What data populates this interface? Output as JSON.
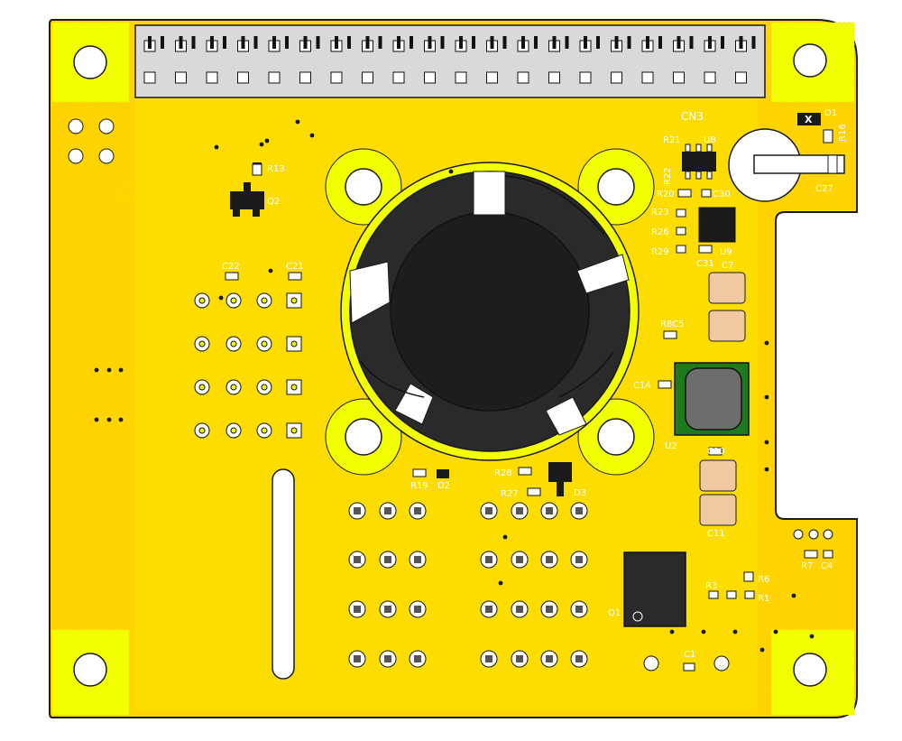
{
  "board": {
    "colors": {
      "board": "#ffd400",
      "board_edge": "#1a1a1a",
      "copper_plane": "#fce300",
      "keepout": "#f2ff00",
      "silkscreen": "#ffffff",
      "pad": "#ffffff",
      "fan": "#2a2a2a",
      "header_body": "#d9d9d9",
      "inductor_green": "#1f7a1f",
      "cap_tan": "#f1c9a0"
    },
    "header_label": "CN3",
    "fan": {
      "icon": "fan-icon"
    }
  },
  "labels": {
    "R13": "R13",
    "Q2": "Q2",
    "C22": "C22",
    "C21": "C21",
    "R19": "R19",
    "D2": "D2",
    "R28": "R28",
    "R27": "R27",
    "D3": "D3",
    "R21": "R21",
    "U8": "U8",
    "R22": "R22",
    "R20": "R20",
    "C30": "C30",
    "R23": "R23",
    "R26": "R26",
    "R29": "R29",
    "C31": "C31",
    "U9": "U9",
    "C7": "C7",
    "R8C5": "R8C5",
    "C14": "C14",
    "U2": "U2",
    "C10": "C10",
    "C11": "C11",
    "D1": "D1",
    "R16": "R16",
    "C27": "C27",
    "R7": "R7",
    "C4": "C4",
    "R6": "R6",
    "R3": "R3",
    "R1": "R1",
    "Q1": "Q1",
    "C1": "C1",
    "X": "X"
  }
}
